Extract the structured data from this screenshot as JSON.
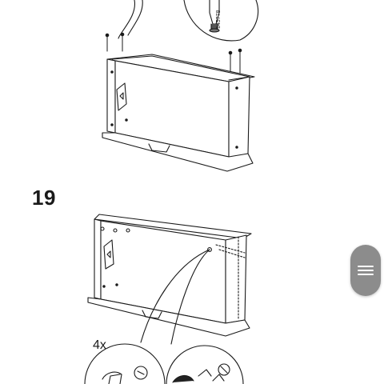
{
  "step": {
    "number": "19"
  },
  "callout": {
    "part_number": "145778",
    "quantity": "4x"
  },
  "scroll_handle": {
    "icon": "grip-lines-icon"
  }
}
